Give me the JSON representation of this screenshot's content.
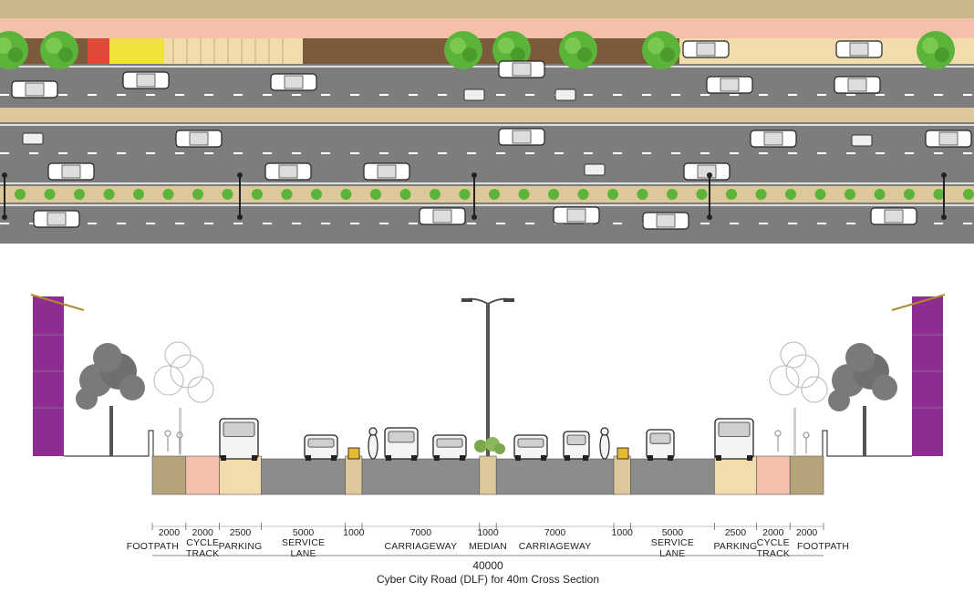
{
  "cross_section": {
    "segments": [
      {
        "width": "2000",
        "label_lines": [
          "FOOTPATH"
        ]
      },
      {
        "width": "2000",
        "label_lines": [
          "CYCLE",
          "TRACK"
        ]
      },
      {
        "width": "2500",
        "label_lines": [
          "PARKING"
        ]
      },
      {
        "width": "5000",
        "label_lines": [
          "SERVICE",
          "LANE"
        ]
      },
      {
        "width": "1000",
        "label_lines": []
      },
      {
        "width": "7000",
        "label_lines": [
          "CARRIAGEWAY"
        ]
      },
      {
        "width": "1000",
        "label_lines": [
          "MEDIAN"
        ]
      },
      {
        "width": "7000",
        "label_lines": [
          "CARRIAGEWAY"
        ]
      },
      {
        "width": "1000",
        "label_lines": []
      },
      {
        "width": "5000",
        "label_lines": [
          "SERVICE",
          "LANE"
        ]
      },
      {
        "width": "2500",
        "label_lines": [
          "PARKING"
        ]
      },
      {
        "width": "2000",
        "label_lines": [
          "CYCLE",
          "TRACK"
        ]
      },
      {
        "width": "2000",
        "label_lines": [
          "FOOTPATH"
        ]
      }
    ],
    "total_width": "40000",
    "caption": "Cyber City Road (DLF) for 40m Cross Section"
  },
  "colors": {
    "footpath_plan": "#c9b98a",
    "cycle_track": "#f4c0ac",
    "road": "#7d7d7d",
    "road_section": "#8c8c8c",
    "parking": "#f2dcae",
    "separator": "#dcc89a",
    "footpath_section": "#b5a37a",
    "tree": "#5cb33a",
    "building": "#8f2c8f"
  }
}
